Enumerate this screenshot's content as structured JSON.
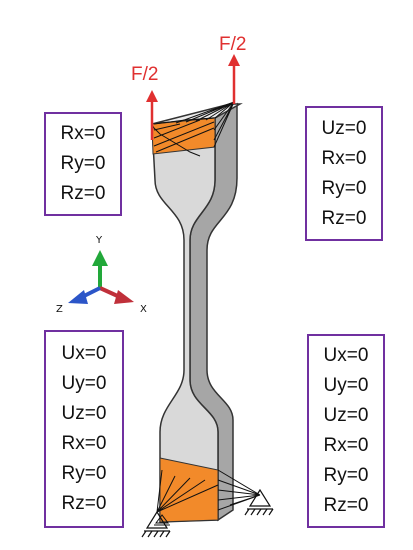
{
  "forces": {
    "left": "F/2",
    "right": "F/2"
  },
  "axes": {
    "y": "Y",
    "x": "X",
    "z": "Z"
  },
  "boundary_conditions": {
    "top_left": [
      "Rx=0",
      "Ry=0",
      "Rz=0"
    ],
    "top_right": [
      "Uz=0",
      "Rx=0",
      "Ry=0",
      "Rz=0"
    ],
    "bottom_left": [
      "Ux=0",
      "Uy=0",
      "Uz=0",
      "Rx=0",
      "Ry=0",
      "Rz=0"
    ],
    "bottom_right": [
      "Ux=0",
      "Uy=0",
      "Uz=0",
      "Rx=0",
      "Ry=0",
      "Rz=0"
    ]
  },
  "colors": {
    "box_border": "#7030a0",
    "force": "#e03030",
    "grip_region": "#f28a2a",
    "specimen_face": "#d9d9d9",
    "specimen_side": "#a6a6a6",
    "axis_x": "#c0303a",
    "axis_y": "#22a83a",
    "axis_z": "#2b55c8"
  }
}
